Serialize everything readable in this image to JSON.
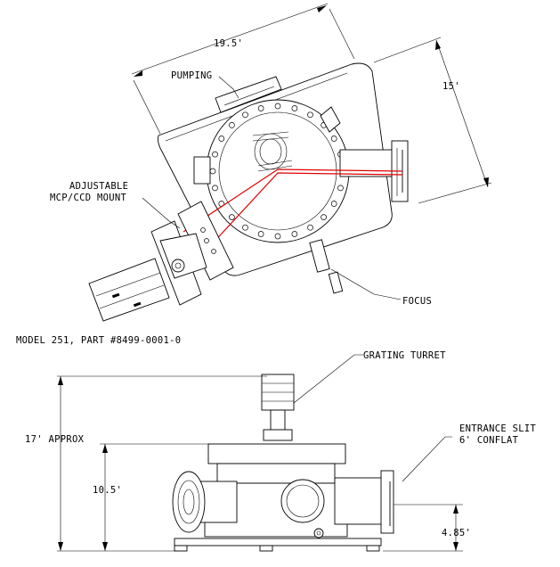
{
  "labels": {
    "dim_width": "19.5'",
    "dim_depth": "15'",
    "pumping": "PUMPING",
    "adjustable_line1": "ADJUSTABLE",
    "adjustable_line2": "MCP/CCD MOUNT",
    "focus": "FOCUS",
    "model": "MODEL 251, PART #8499-0001-0",
    "grating_turret": "GRATING TURRET",
    "height_total": "17' APPROX",
    "entrance_slit_line1": "ENTRANCE SLIT",
    "entrance_slit_line2": "6' CONFLAT",
    "height_body": "10.5'",
    "height_slit": "4.85'"
  },
  "colors": {
    "line": "#000000",
    "optical_ray": "#e00000"
  }
}
